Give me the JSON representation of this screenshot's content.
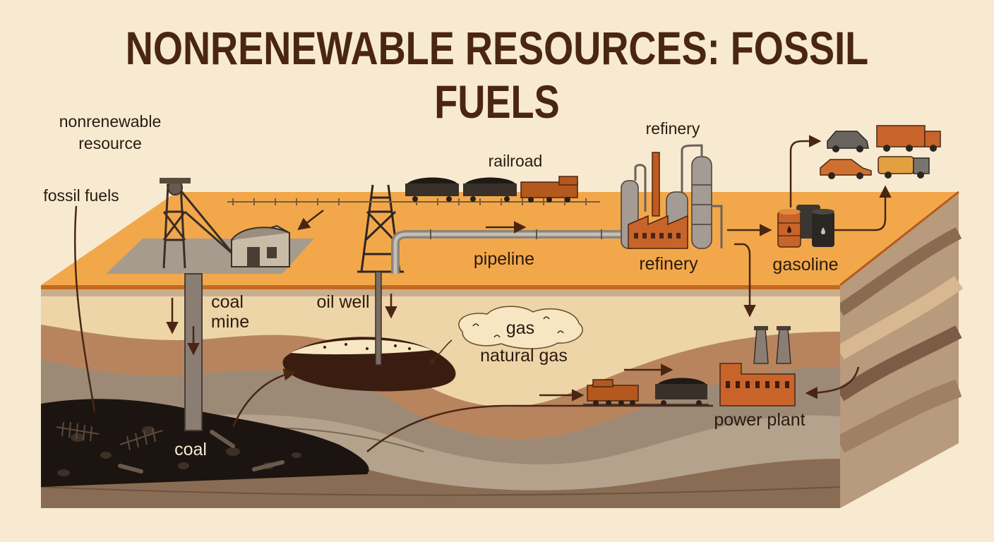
{
  "title": "NONRENEWABLE RESOURCES: FOSSIL FUELS",
  "labels": {
    "nonrenewable_1": "nonrenewable",
    "nonrenewable_2": "resource",
    "fossil_fuels": "fossil fuels",
    "railroad": "railroad",
    "refinery_top": "refinery",
    "refinery_bottom": "refinery",
    "pipeline": "pipeline",
    "gasoline": "gasoline",
    "coal_mine_1": "coal",
    "coal_mine_2": "mine",
    "oil_well": "oil well",
    "gas": "gas",
    "natural_gas": "natural gas",
    "power_plant": "power plant",
    "coal": "coal"
  },
  "colors": {
    "surface": "#f2a84a",
    "ink": "#4a2612",
    "coal": "#1c1410",
    "oil": "#3a1c10",
    "rust": "#c8642a",
    "gas_pocket": "#f6e6c2"
  }
}
